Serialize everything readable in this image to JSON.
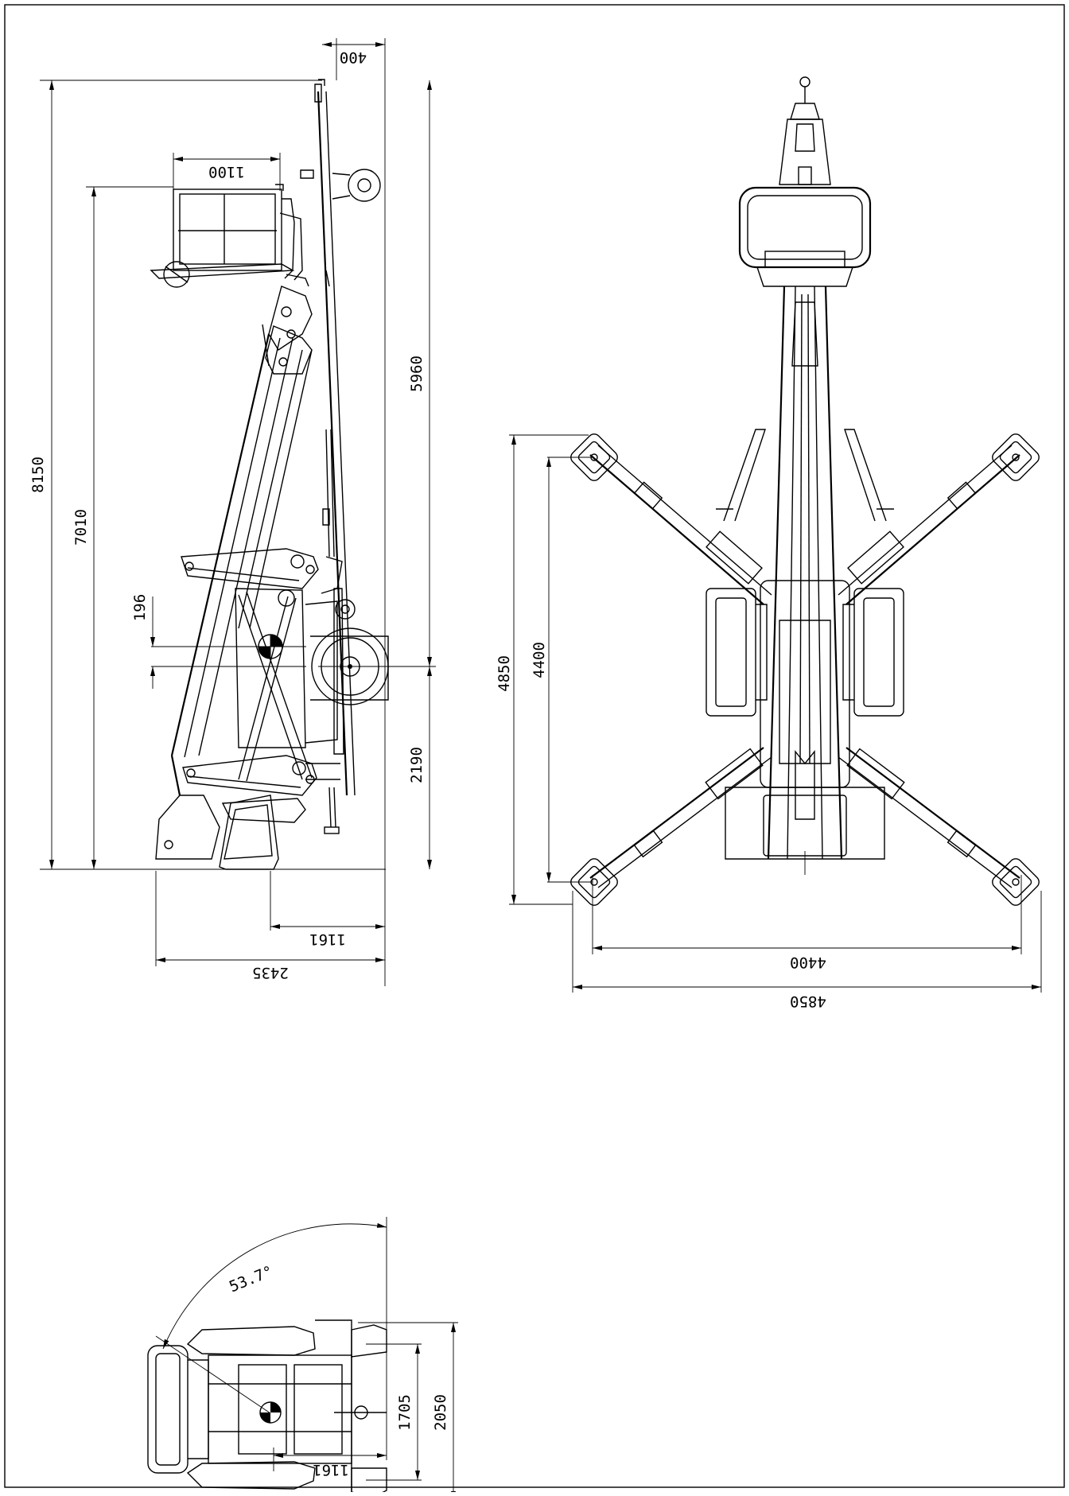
{
  "drawing": {
    "side_view": {
      "dim_total_height": "8150",
      "dim_platform_height": "7010",
      "dim_upper_height": "5960",
      "dim_lower_height": "2190",
      "dim_offset": "196",
      "dim_top_width": "400",
      "dim_platform_width": "1100",
      "dim_rear_width": "1161",
      "dim_total_length": "2435"
    },
    "top_view": {
      "dim_outrigger_outer_height": "4850",
      "dim_outrigger_inner_height": "4400",
      "dim_outrigger_inner_width": "4400",
      "dim_outrigger_outer_width": "4850"
    },
    "transport_view": {
      "dim_angle": "53.7°",
      "dim_inner_width": "1705",
      "dim_outer_width": "2050",
      "dim_length": "1161"
    }
  },
  "colors": {
    "line": "#000000",
    "background": "#ffffff"
  }
}
